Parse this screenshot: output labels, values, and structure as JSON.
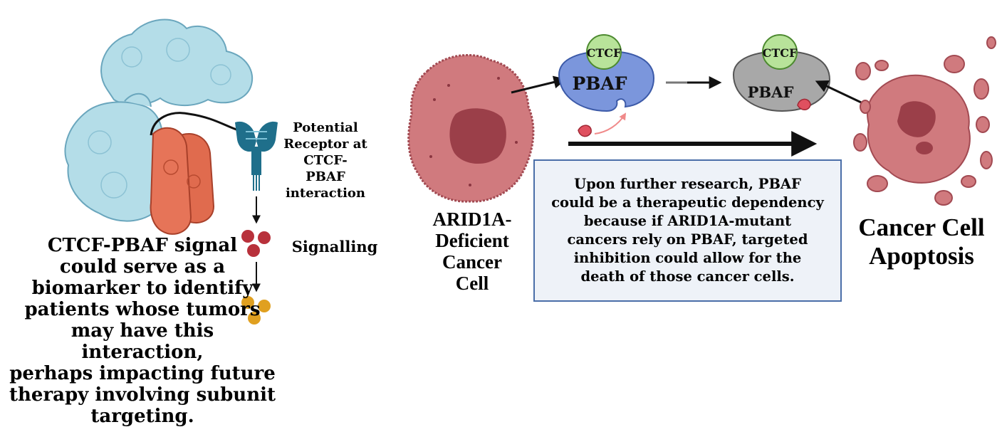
{
  "left_panel": {
    "receptor_label": "Potential\nReceptor at\nCTCF-\nPBAF\ninteraction",
    "signalling_label": "Signalling",
    "caption": "CTCF-PBAF signal\ncould  serve as a\nbiomarker to identify\npatients whose tumors\nmay have this interaction,\nperhaps impacting future\ntherapy involving subunit\ntargeting."
  },
  "right_panel": {
    "cell_left_label": "ARID1A-\nDeficient\nCancer\nCell",
    "complex_active": {
      "protein_label": "PBAF",
      "partner_label": "CTCF"
    },
    "complex_inhibited": {
      "protein_label": "PBAF",
      "partner_label": "CTCF"
    },
    "info_box_text": "Upon further research, PBAF\ncould be a therapeutic dependency\nbecause if ARID1A-mutant\ncancers rely on PBAF, targeted\ninhibition could allow for the\ndeath of those cancer cells.",
    "cell_right_label": "Cancer Cell\nApoptosis"
  },
  "colors": {
    "pbaf_active": "#7b96dc",
    "pbaf_inhibited": "#a8a8a8",
    "ctcf": "#b8e39a",
    "cell_body": "#d07a7e",
    "nucleus": "#9b3f49",
    "subunit_blue": "#b4dde8",
    "subunit_orange": "#e06b4e",
    "receptor": "#1f6f8b",
    "signal_red": "#b8313b",
    "signal_gold": "#e0a020",
    "inhibitor": "#e0505f",
    "info_box_border": "#4a6ea8",
    "info_box_fill": "#eef2f8"
  },
  "icons": [
    "chromatin-complex-icon",
    "membrane-receptor-icon",
    "cancer-cell-icon",
    "apoptotic-cell-icon",
    "inhibitor-icon"
  ]
}
